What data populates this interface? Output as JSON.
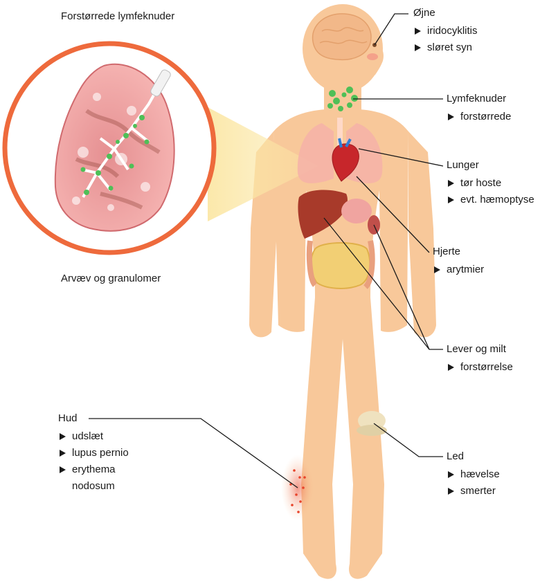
{
  "inset": {
    "top_caption": "Forstørrede lymfeknuder",
    "bottom_caption": "Arvæv og granulomer"
  },
  "labels": {
    "eyes": {
      "title": "Øjne",
      "items": [
        "iridocyklitis",
        "sløret syn"
      ]
    },
    "lymph": {
      "title": "Lymfeknuder",
      "items": [
        "forstørrede"
      ]
    },
    "lungs": {
      "title": "Lunger",
      "items": [
        "tør hoste",
        "evt. hæmoptyse"
      ]
    },
    "heart": {
      "title": "Hjerte",
      "items": [
        "arytmier"
      ]
    },
    "liver": {
      "title": "Lever og milt",
      "items": [
        "forstørrelse"
      ]
    },
    "skin": {
      "title": "Hud",
      "items": [
        "udslæt",
        "lupus pernio",
        "erythema",
        "nodosum"
      ]
    },
    "joint": {
      "title": "Led",
      "items": [
        "hævelse",
        "smerter"
      ]
    }
  },
  "colors": {
    "skin": "#f8c89a",
    "inset_ring": "#ee6a3c",
    "lung": "#f2a0a2",
    "node": "#4fbf57",
    "heart": "#c7262b",
    "liver": "#a83a2a",
    "intestine": "#f2cf74",
    "rash": "#e8432a"
  }
}
